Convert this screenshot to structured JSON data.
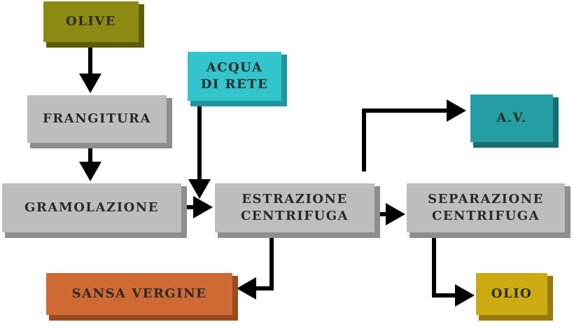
{
  "nodes": {
    "olive": {
      "label": "OLIVE",
      "color": "#8b8a13",
      "shade": "#5e5d0a"
    },
    "frangitura": {
      "label": "FRANGITURA",
      "color": "#bdbdbd",
      "shade": "#8e8e8e"
    },
    "acqua": {
      "label": "ACQUA\nDI RETE",
      "color": "#32c5cc",
      "shade": "#1f959b"
    },
    "av": {
      "label": "A.V.",
      "color": "#249ea2",
      "shade": "#176e71"
    },
    "gramolazione": {
      "label": "GRAMOLAZIONE",
      "color": "#bdbdbd",
      "shade": "#8e8e8e"
    },
    "estrazione": {
      "label": "ESTRAZIONE\nCENTRIFUGA",
      "color": "#bdbdbd",
      "shade": "#8e8e8e"
    },
    "separazione": {
      "label": "SEPARAZIONE\nCENTRIFUGA",
      "color": "#bdbdbd",
      "shade": "#8e8e8e"
    },
    "sansa": {
      "label": "SANSA VERGINE",
      "color": "#cf6a35",
      "shade": "#9a4a20"
    },
    "olio": {
      "label": "OLIO",
      "color": "#ccaa12",
      "shade": "#97790a"
    }
  },
  "edges": [
    {
      "name": "arrow-olive-to-frangitura",
      "from": "olive",
      "to": "frangitura"
    },
    {
      "name": "arrow-frangitura-to-gramolazione",
      "from": "frangitura",
      "to": "gramolazione"
    },
    {
      "name": "arrow-acqua-to-estrazione",
      "from": "acqua",
      "to": "estrazione"
    },
    {
      "name": "arrow-gramolazione-to-estrazione",
      "from": "gramolazione",
      "to": "estrazione"
    },
    {
      "name": "arrow-estrazione-to-separazione",
      "from": "estrazione",
      "to": "separazione"
    },
    {
      "name": "arrow-estrazione-to-av",
      "from": "estrazione",
      "to": "av"
    },
    {
      "name": "arrow-estrazione-to-sansa",
      "from": "estrazione",
      "to": "sansa"
    },
    {
      "name": "arrow-separazione-to-olio",
      "from": "separazione",
      "to": "olio"
    }
  ]
}
